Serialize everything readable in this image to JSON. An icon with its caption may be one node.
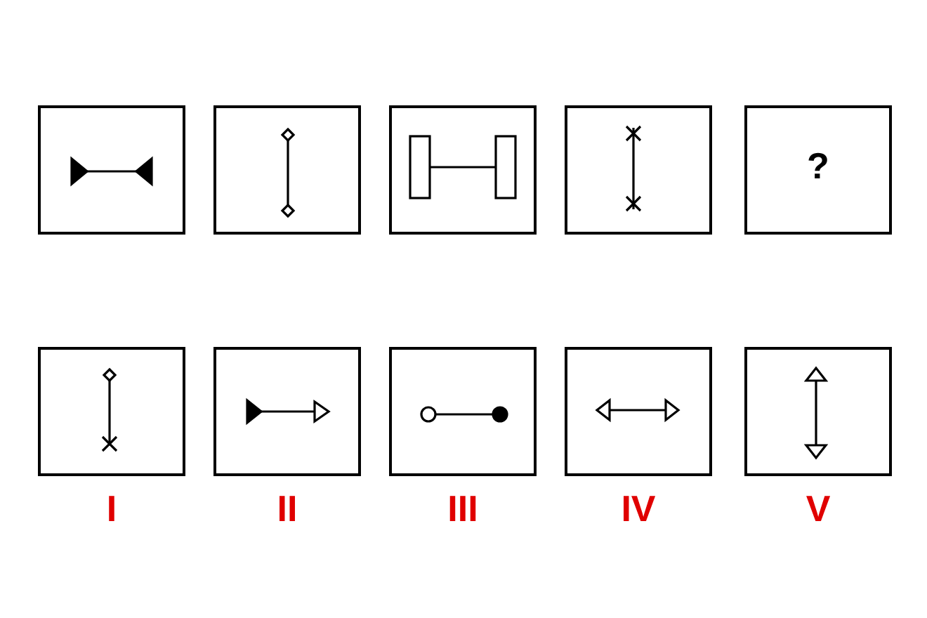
{
  "diagram": {
    "nodes": [
      {
        "text": [],
        "shape": "picture"
      },
      {
        "text": [],
        "shape": "picture"
      },
      {
        "text": [],
        "shape": "picture"
      },
      {
        "text": [],
        "shape": "picture"
      },
      {
        "text": [
          "?"
        ]
      },
      {
        "text": [],
        "shape": "picture",
        "beside": [
          "I"
        ]
      },
      {
        "text": [],
        "shape": "picture",
        "beside": [
          "II"
        ]
      },
      {
        "text": [],
        "shape": "picture",
        "beside": [
          "III"
        ]
      },
      {
        "text": [],
        "shape": "picture",
        "beside": [
          "IV"
        ]
      },
      {
        "text": [],
        "shape": "picture",
        "beside": [
          "V"
        ]
      }
    ]
  }
}
